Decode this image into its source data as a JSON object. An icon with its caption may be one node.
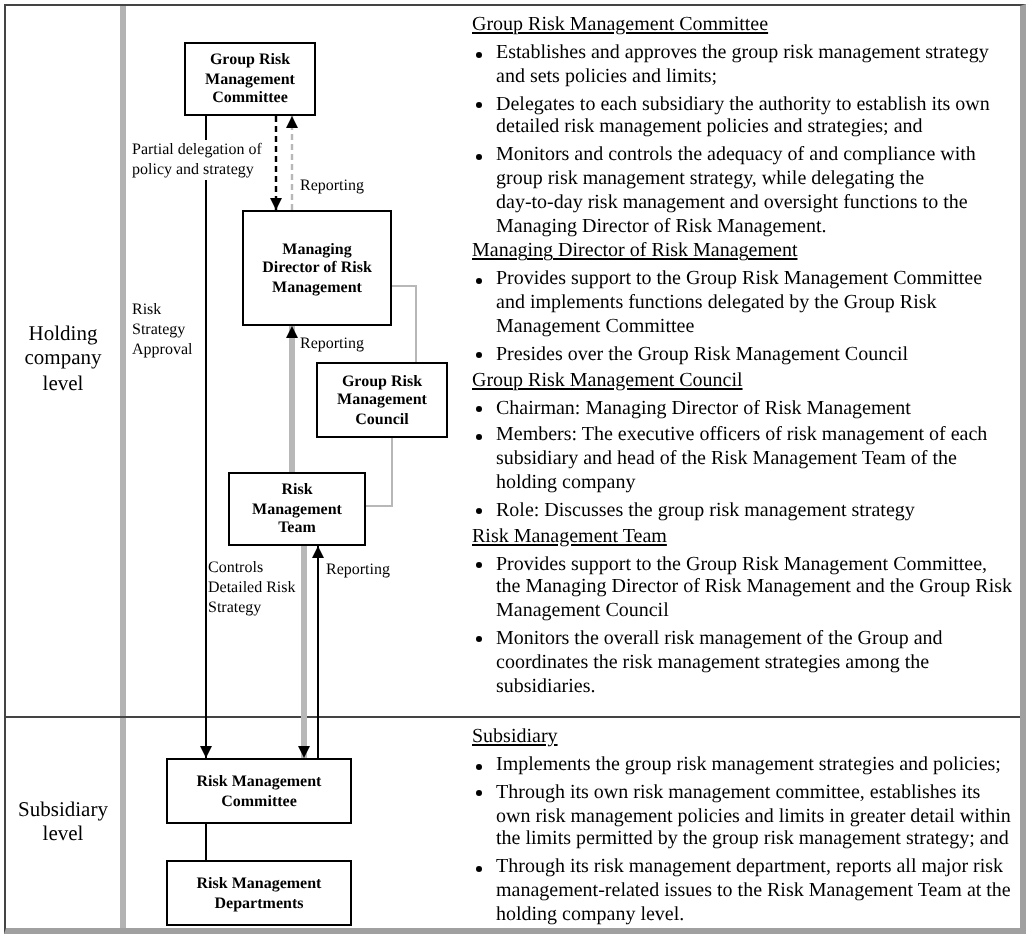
{
  "diagram": {
    "nodes": [
      {
        "text": [
          "Group Risk Management Committee"
        ]
      },
      {
        "text": [
          "Managing Director of Risk Management"
        ]
      },
      {
        "text": [
          "Group Risk Management Council"
        ]
      },
      {
        "text": [
          "Risk Management Team"
        ]
      },
      {
        "text": [
          "Risk Management Committee"
        ]
      },
      {
        "text": [
          "Risk Management Departments"
        ]
      }
    ],
    "edges": [
      {
        "from": 0,
        "to": 1,
        "arrow": "to",
        "label": "Partial delegation of policy and strategy",
        "style": "dashed",
        "color": "#000000"
      },
      {
        "from": 1,
        "to": 0,
        "arrow": "to",
        "label": "Reporting",
        "style": "dashed",
        "color": "#b8b8b8"
      },
      {
        "from": 0,
        "to": 4,
        "arrow": "to",
        "label": "Risk Strategy Approval",
        "color": "#000000"
      },
      {
        "from": 3,
        "to": 1,
        "arrow": "to",
        "label": "Reporting",
        "style": "thick",
        "color": "#b8b8b8"
      },
      {
        "from": 1,
        "to": 2,
        "arrow": "none",
        "color": "#b8b8b8"
      },
      {
        "from": 2,
        "to": 3,
        "arrow": "none",
        "color": "#b8b8b8"
      },
      {
        "from": 3,
        "to": 4,
        "arrow": "to",
        "label": "Controls Detailed Risk Strategy",
        "style": "thick",
        "color": "#b8b8b8"
      },
      {
        "from": 4,
        "to": 3,
        "arrow": "to",
        "label": "Reporting",
        "color": "#000000"
      },
      {
        "from": 4,
        "to": 5,
        "arrow": "none",
        "color": "#000000"
      }
    ],
    "labels": [
      "Holding company level",
      "Group Risk Management Committee",
      "Establishes and approves the group risk management strategy and sets policies and limits;",
      "Delegates to each subsidiary the authority to establish its own detailed risk management policies and strategies; and",
      "Monitors and controls the adequacy of and compliance with group risk management strategy, while delegating the day-to-day risk management and oversight functions to the Managing Director of Risk Management.",
      "Managing Director of Risk Management",
      "Provides support to the Group Risk Management Committee and implements functions delegated by the Group Risk Management Committee",
      "Presides over the Group Risk Management Council",
      "Group Risk Management Council",
      "Chairman: Managing Director of Risk Management",
      "Members: The executive officers of risk management of each subsidiary and head of the Risk Management Team of the holding company",
      "Role: Discusses the group risk management strategy",
      "Risk Management Team",
      "Provides support to the Group Risk Management Committee, the Managing Director of Risk Management and the Group Risk Management Council",
      "Monitors the overall risk management of the Group and coordinates the risk management strategies among the subsidiaries.",
      "Subsidiary level",
      "Subsidiary",
      "Implements the group risk management strategies and policies;",
      "Through its own risk management committee, establishes its own risk management policies and limits in greater detail within the limits permitted by the group risk management strategy; and",
      "Through its risk management department, reports all major risk management-related issues to the Risk Management Team at the holding company level."
    ]
  }
}
